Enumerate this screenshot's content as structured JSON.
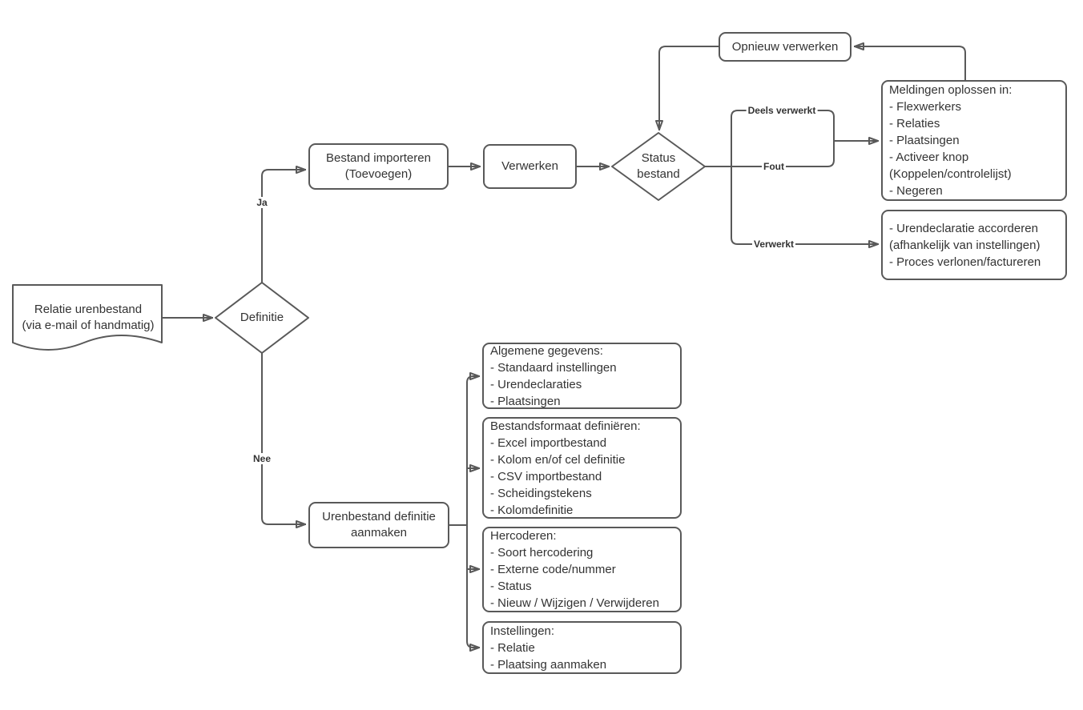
{
  "colors": {
    "stroke": "#595959",
    "text": "#333333",
    "background": "#ffffff"
  },
  "nodes": {
    "document": "Relatie urenbestand\n(via e-mail of handmatig)",
    "definitie": "Definitie",
    "bestand_importeren": "Bestand importeren\n(Toevoegen)",
    "verwerken": "Verwerken",
    "status_bestand": "Status\nbestand",
    "opnieuw_verwerken": "Opnieuw verwerken",
    "meldingen": "Meldingen oplossen in:\n- Flexwerkers\n- Relaties\n- Plaatsingen\n- Activeer knop\n(Koppelen/controlelijst)\n- Negeren",
    "urendeclaratie": "- Urendeclaratie accorderen\n(afhankelijk van instellingen)\n- Proces verlonen/factureren",
    "urenbestand_definitie": "Urenbestand definitie\naanmaken",
    "algemene_gegevens": "Algemene gegevens:\n- Standaard instellingen\n- Urendeclaraties\n- Plaatsingen",
    "bestandsformaat": "Bestandsformaat definiëren:\n- Excel importbestand\n- Kolom en/of cel definitie\n- CSV importbestand\n- Scheidingstekens\n- Kolomdefinitie",
    "hercoderen": "Hercoderen:\n- Soort hercodering\n- Externe code/nummer\n- Status\n- Nieuw / Wijzigen / Verwijderen",
    "instellingen": "Instellingen:\n- Relatie\n- Plaatsing aanmaken"
  },
  "edge_labels": {
    "ja": "Ja",
    "nee": "Nee",
    "deels_verwerkt": "Deels verwerkt",
    "fout": "Fout",
    "verwerkt": "Verwerkt"
  }
}
